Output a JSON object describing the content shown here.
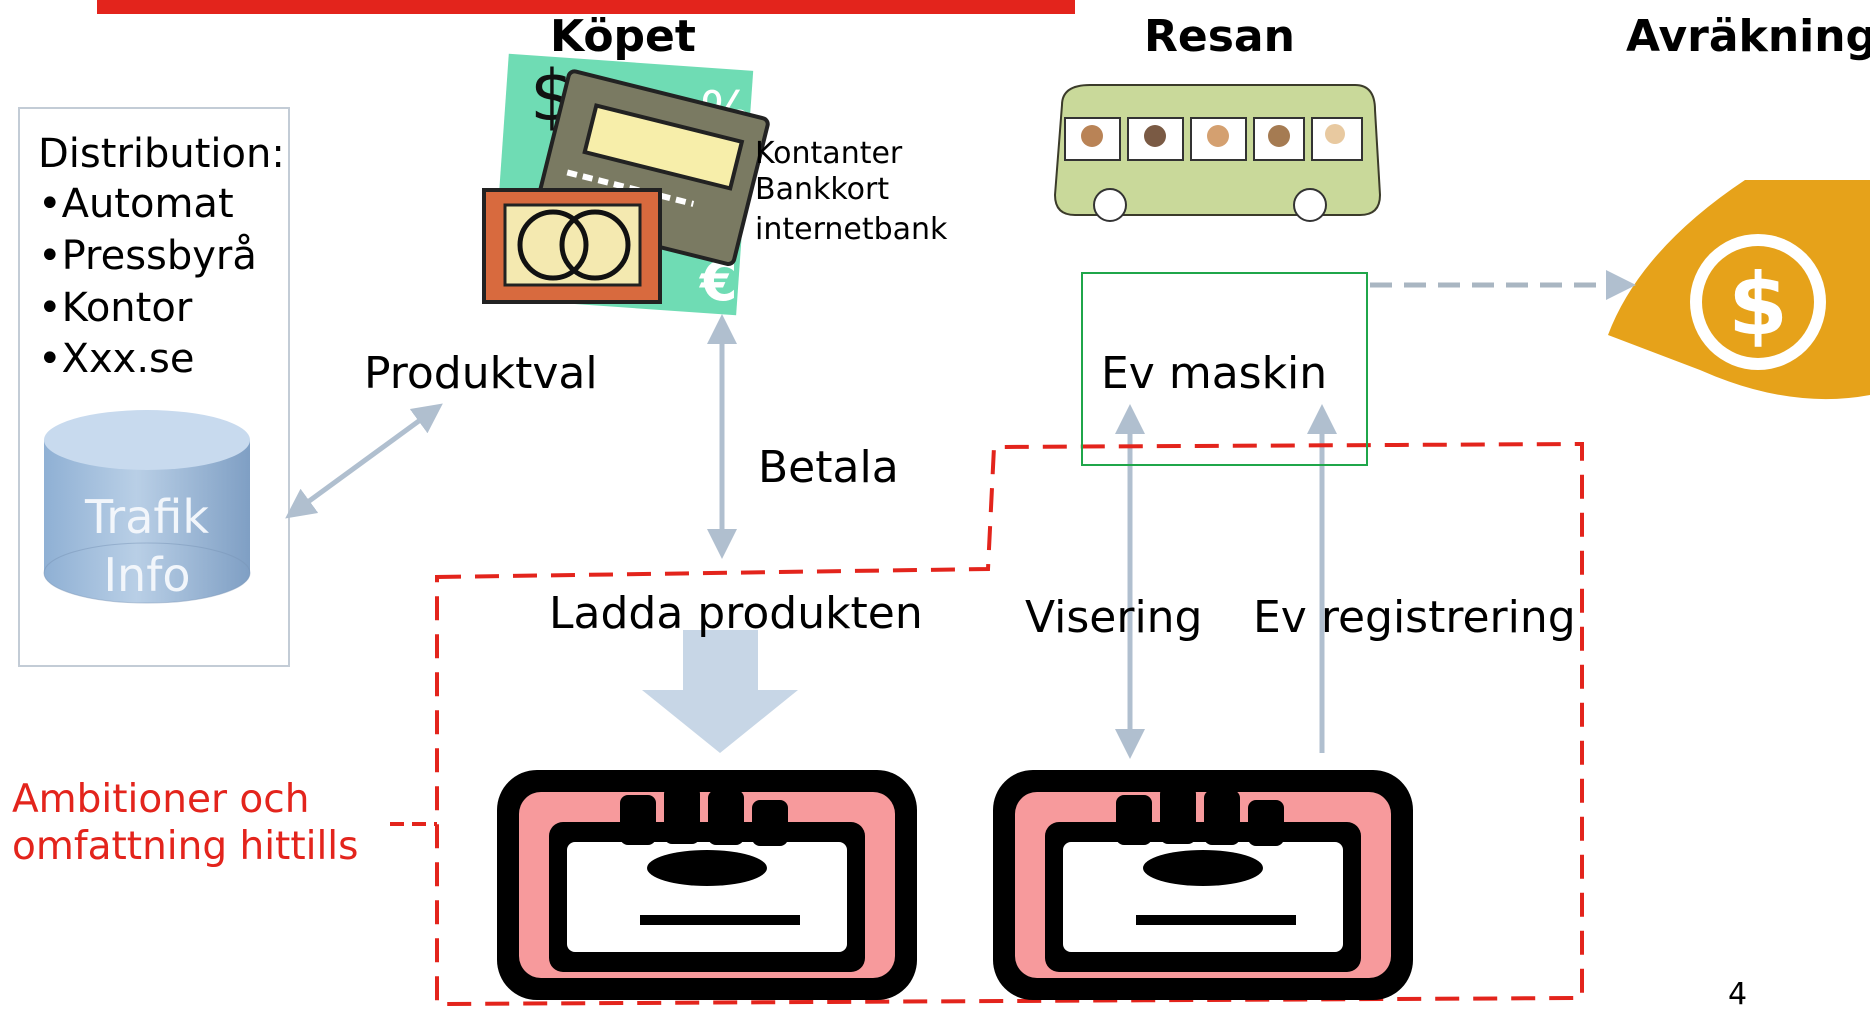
{
  "headings": {
    "purchase": "Köpet",
    "journey": "Resan",
    "settlement": "Avräkning"
  },
  "distribution": {
    "title": "Distribution:",
    "items": [
      "•Automat",
      "•Pressbyrå",
      "•Kontor",
      "•Xxx.se"
    ]
  },
  "database": {
    "line1": "Trafik",
    "line2": "Info"
  },
  "payment_methods": [
    "Kontanter",
    "Bankkort",
    "internetbank"
  ],
  "labels": {
    "product_choice": "Produktval",
    "pay": "Betala",
    "load_product": "Ladda produkten",
    "machine": "Ev maskin",
    "validation": "Visering",
    "registration": "Ev registrering"
  },
  "ambition": {
    "line1": "Ambitioner och",
    "line2": "omfattning hittills"
  },
  "page_number": "4",
  "colors": {
    "accent_red": "#e3241c",
    "machine_box": "#1fa64a",
    "arrow_gray": "#b0bfcf",
    "card_pink": "#f79a9c",
    "coin_gold": "#e6a21a"
  },
  "icons": [
    "credit-card-clipart-icon",
    "bus-icon",
    "dollar-coin-icon",
    "card-reader-icon",
    "database-cylinder-icon"
  ]
}
